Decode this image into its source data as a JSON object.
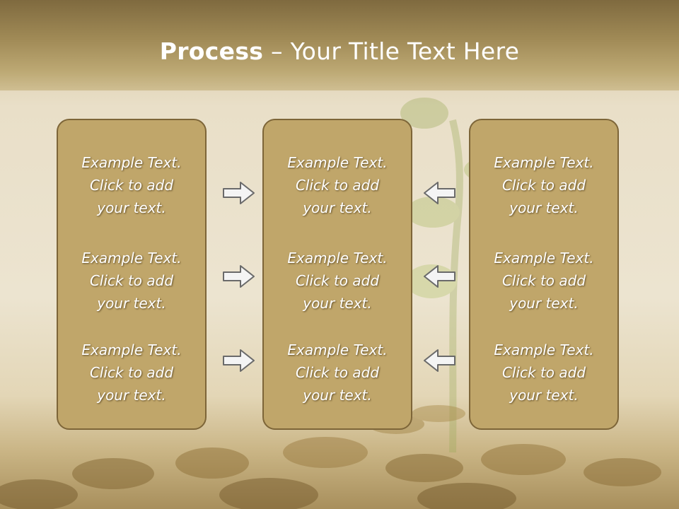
{
  "slide": {
    "title_bold": "Process",
    "title_rest": " – Your Title Text Here"
  },
  "columns": [
    {
      "cells": [
        {
          "lines": [
            "Example Text.",
            "Click  to add",
            "your text."
          ]
        },
        {
          "lines": [
            "Example Text.",
            "Click  to add",
            "your text."
          ]
        },
        {
          "lines": [
            "Example Text.",
            "Click  to add",
            "your text."
          ]
        }
      ]
    },
    {
      "cells": [
        {
          "lines": [
            "Example Text.",
            "Click  to add",
            "your text."
          ]
        },
        {
          "lines": [
            "Example Text.",
            "Click  to add",
            "your text."
          ]
        },
        {
          "lines": [
            "Example Text.",
            "Click  to add",
            "your text."
          ]
        }
      ]
    },
    {
      "cells": [
        {
          "lines": [
            "Example Text.",
            "Click  to add",
            "your text."
          ]
        },
        {
          "lines": [
            "Example Text.",
            "Click  to add",
            "your text."
          ]
        },
        {
          "lines": [
            "Example Text.",
            "Click  to add",
            "your text."
          ]
        }
      ]
    }
  ],
  "arrows": {
    "left_group": "arrow-right-icon",
    "right_group": "arrow-left-icon"
  },
  "colors": {
    "box_fill": "#c0a66a",
    "box_border": "#7d6538",
    "arrow_fill": "#f4f4f4",
    "arrow_stroke": "#6a6a6a",
    "text": "#ffffff"
  }
}
